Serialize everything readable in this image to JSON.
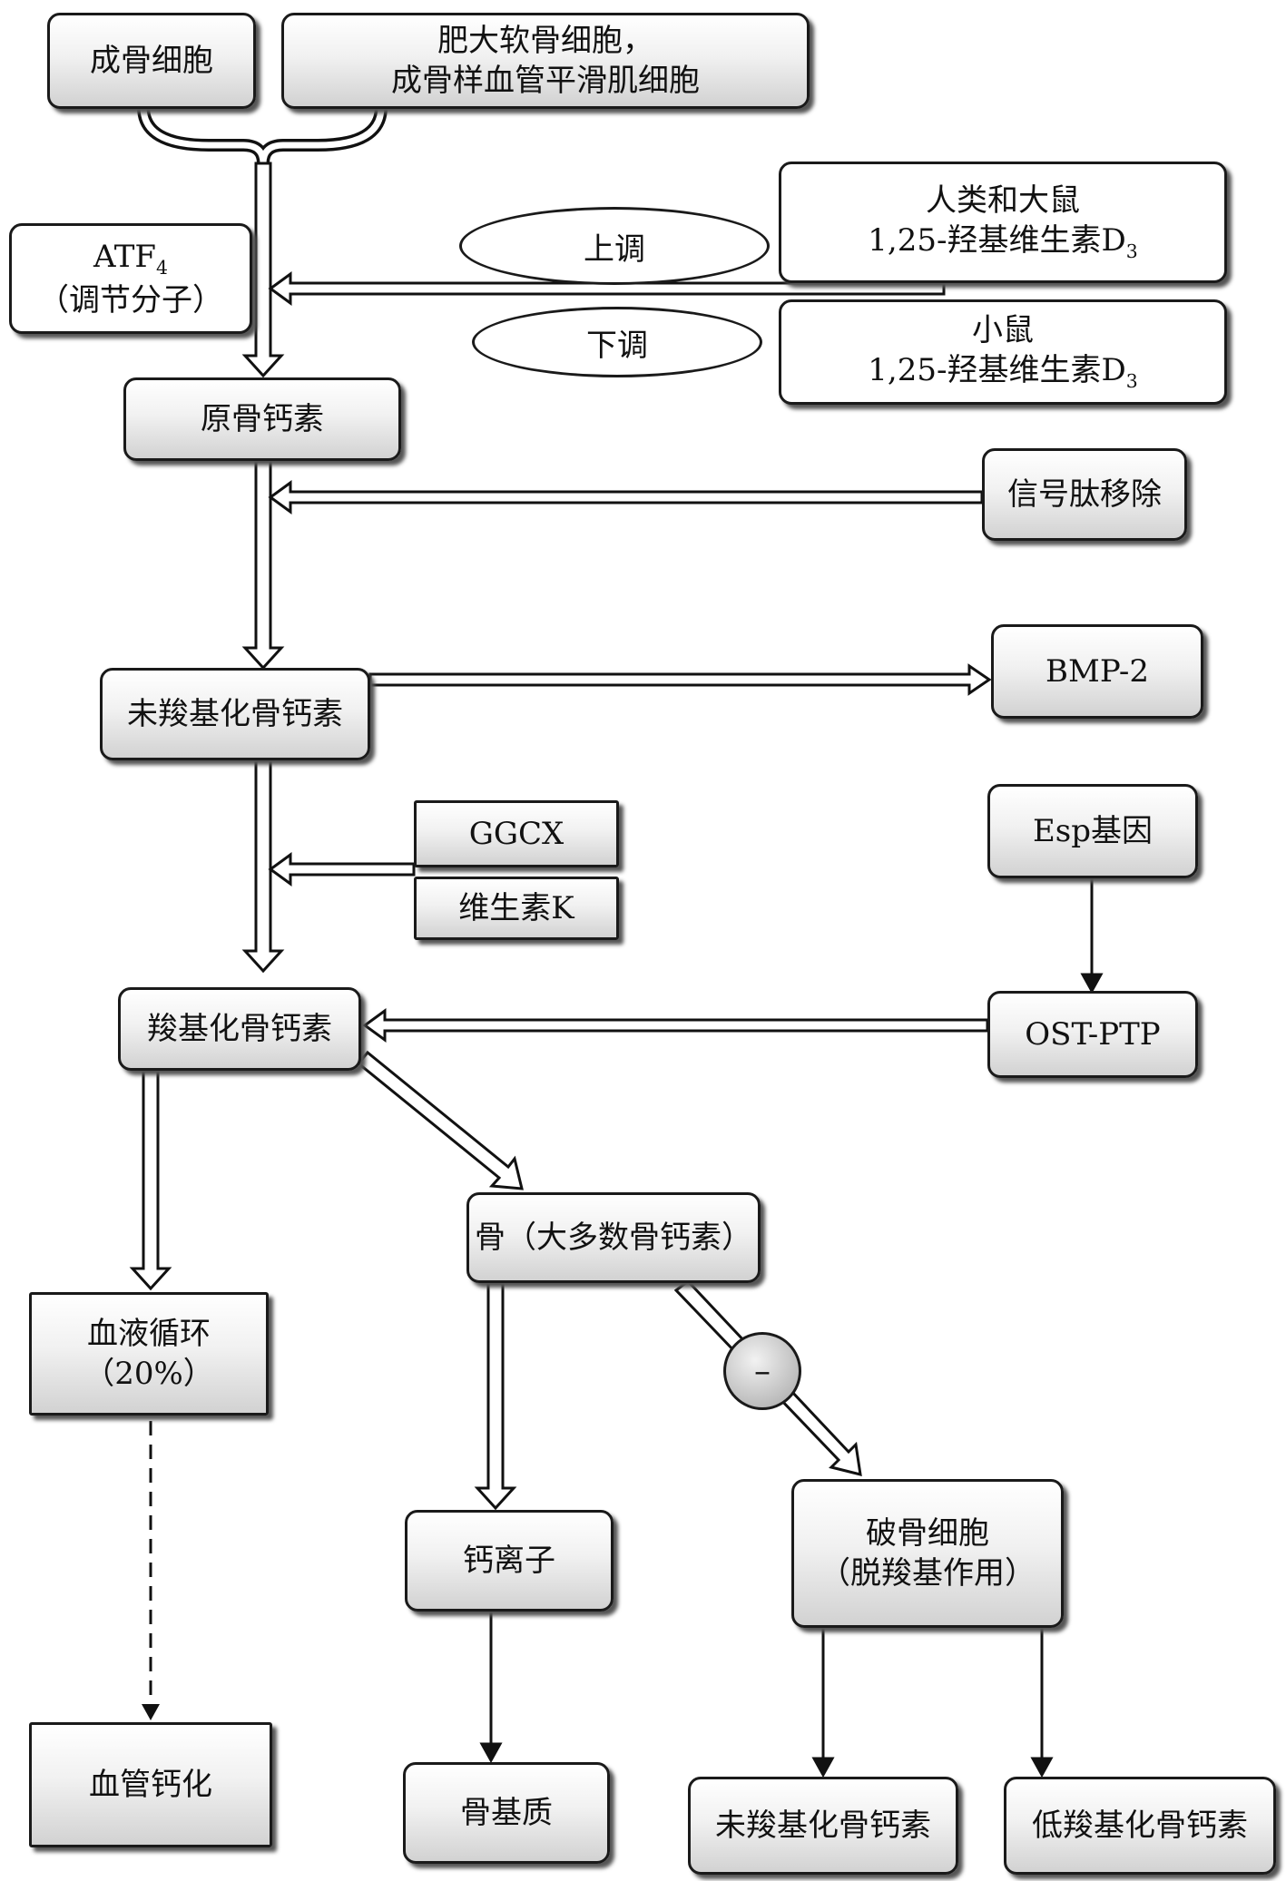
{
  "nodes": {
    "osteoblast": "成骨细胞",
    "hypertrophic_line1": "肥大软骨细胞，",
    "hypertrophic_line2": "成骨样血管平滑肌细胞",
    "atf_main": "ATF",
    "atf_sub": "4",
    "atf_line2": "（调节分子）",
    "human_rat_line1": "人类和大鼠",
    "human_rat_line2": "1,25-羟基维生素D",
    "human_rat_sub": "3",
    "mouse_line1": "小鼠",
    "mouse_line2": "1,25-羟基维生素D",
    "mouse_sub": "3",
    "pro_osteocalcin": "原骨钙素",
    "signal_peptide": "信号肽移除",
    "uncarboxylated": "未羧基化骨钙素",
    "bmp2": "BMP-2",
    "ggcx": "GGCX",
    "vitamin_k": "维生素K",
    "esp_gene": "Esp基因",
    "carboxylated": "羧基化骨钙素",
    "ost_ptp": "OST-PTP",
    "bone": "骨（大多数骨钙素）",
    "blood_line1": "血液循环",
    "blood_line2": "（20%）",
    "osteoclast_line1": "破骨细胞",
    "osteoclast_line2": "（脱羧基作用）",
    "calcium_ion": "钙离子",
    "vascular_calc": "血管钙化",
    "bone_matrix": "骨基质",
    "uncarboxylated_out": "未羧基化骨钙素",
    "low_carboxylated": "低羧基化骨钙素"
  },
  "labels": {
    "upregulate": "上调",
    "downregulate": "下调",
    "minus": "–"
  }
}
